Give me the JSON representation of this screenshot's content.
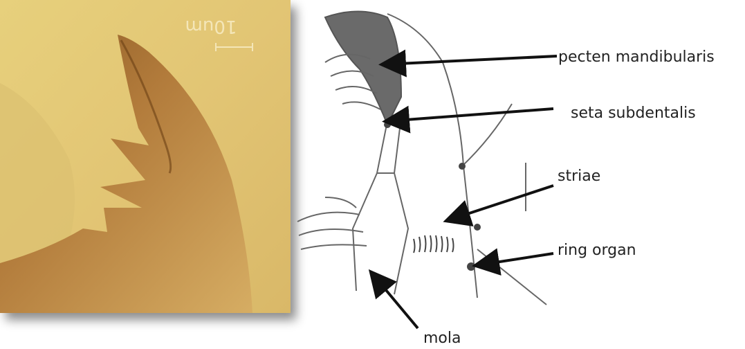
{
  "photo": {
    "scale_bar_label": "10um"
  },
  "labels": {
    "pecten_mandibularis": "pecten mandibularis",
    "seta_subdentalis": "seta subdentalis",
    "striae": "striae",
    "ring_organ": "ring organ",
    "mola": "mola"
  },
  "colors": {
    "photo_background": "#e8cf7e",
    "mandible": "#b07a3a",
    "ink": "#111111"
  }
}
